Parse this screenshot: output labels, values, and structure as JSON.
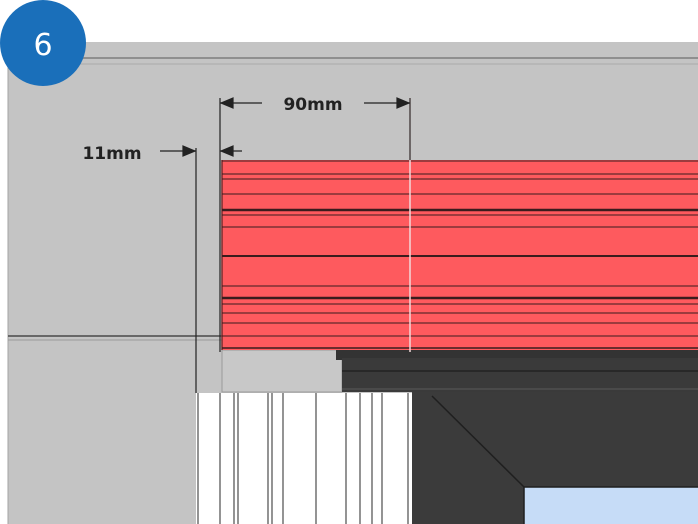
{
  "step": {
    "number": "6"
  },
  "dimensions": {
    "width_label": "90mm",
    "gap_label": "11mm"
  },
  "colors": {
    "badge": "#1a6fba",
    "wall": "#c4c4c4",
    "blind": "#fe5a5e",
    "frame": "#3a3a3a",
    "glass": "#c6dcf7"
  }
}
